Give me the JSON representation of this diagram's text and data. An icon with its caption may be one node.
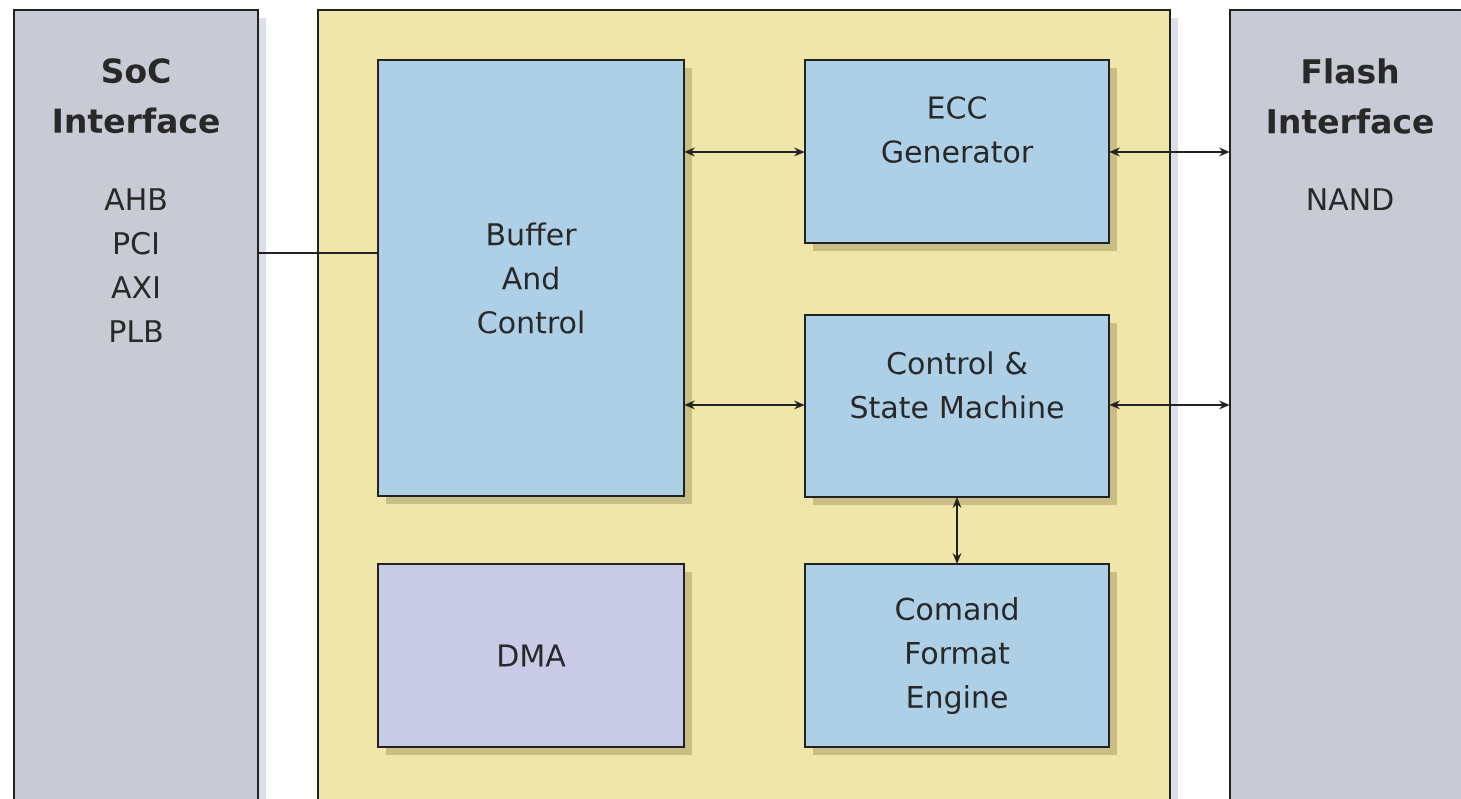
{
  "diagram": {
    "nodes": [
      {
        "text": [
          "SoC Interface",
          "AHB PCI AXI PLB"
        ]
      },
      {
        "text": [],
        "shape": "box"
      },
      {
        "text": [
          "Buffer And Control"
        ],
        "in": 1
      },
      {
        "text": [
          "ECC Generator"
        ],
        "in": 1
      },
      {
        "text": [
          "Control & State Machine"
        ],
        "in": 1
      },
      {
        "text": [
          "DMA"
        ],
        "in": 1
      },
      {
        "text": [
          "Comand Format Engine"
        ],
        "in": 1
      },
      {
        "text": [
          "Flash Interface",
          "NAND"
        ]
      }
    ],
    "edges": [
      {
        "from": 0,
        "to": 2,
        "arrow": "none"
      },
      {
        "from": 2,
        "to": 3,
        "arrow": "both"
      },
      {
        "from": 2,
        "to": 4,
        "arrow": "both"
      },
      {
        "from": 3,
        "to": 7,
        "arrow": "both"
      },
      {
        "from": 4,
        "to": 7,
        "arrow": "both"
      },
      {
        "from": 4,
        "to": 6,
        "arrow": "both"
      }
    ]
  }
}
